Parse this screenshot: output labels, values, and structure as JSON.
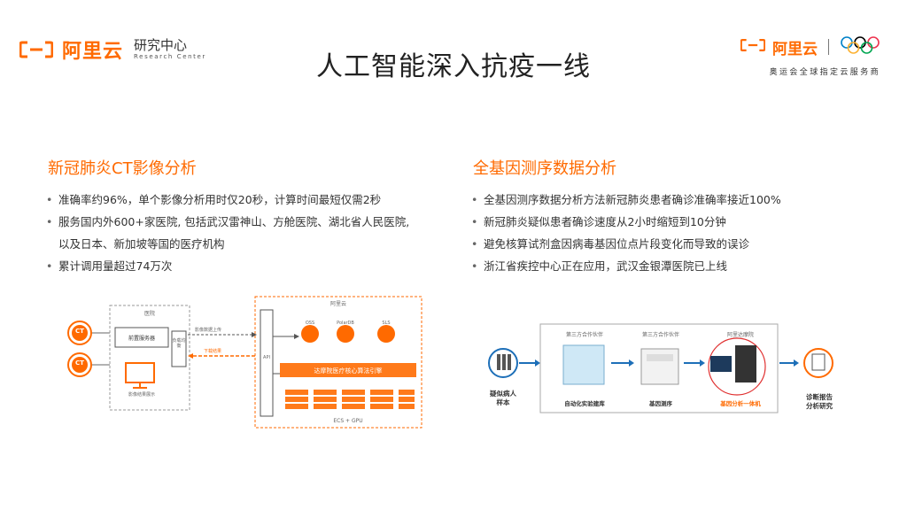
{
  "header": {
    "left_logo_text": "阿里云",
    "left_logo_sub_cn": "研究中心",
    "left_logo_sub_en": "Research Center",
    "title": "人工智能深入抗疫一线",
    "right_logo_text": "阿里云",
    "right_logo_sub": "奥运会全球指定云服务商",
    "icons": [
      "aliyun-logo-icon",
      "olympic-rings-icon"
    ]
  },
  "left_section": {
    "title": "新冠肺炎CT影像分析",
    "bullets": [
      "准确率约96%，单个影像分析用时仅20秒，计算时间最短仅需2秒",
      "服务国内外600+家医院, 包括武汉雷神山、方舱医院、湖北省人民医院,",
      "以及日本、新加坡等国的医疗机构",
      "累计调用量超过74万次"
    ],
    "diagram": {
      "ct1": "CT",
      "ct2": "CT",
      "hospital": "医院",
      "front_service": "前置服务器",
      "gateway": "负载均衡",
      "upload": "影像数据上传",
      "result": "下载结果",
      "monitor_label": "影像结果展示",
      "cloud": "阿里云",
      "api": "API",
      "svc1": "OSS",
      "svc2": "PolarDB",
      "svc3": "SLS",
      "engine": "达摩院医疗核心算法引擎",
      "compute": "ECS + GPU"
    }
  },
  "right_section": {
    "title": "全基因测序数据分析",
    "bullets": [
      "全基因测序数据分析方法新冠肺炎患者确诊准确率接近100%",
      "新冠肺炎疑似患者确诊速度从2小时缩短到10分钟",
      "避免核算试剂盒因病毒基因位点片段变化而导致的误诊",
      "浙江省疾控中心正在应用，武汉金银潭医院已上线"
    ],
    "diagram": {
      "patient": "疑似病人",
      "patient2": "样本",
      "partner1": "第三方合作伙伴",
      "partner2": "第三方合作伙伴",
      "partner3": "阿里达摩院",
      "step1": "自动化实验建库",
      "step2": "基因测序",
      "step3": "基因分析一体机",
      "report1": "诊断报告",
      "report2": "分析研究"
    }
  },
  "colors": {
    "brand": "#ff6a00",
    "text": "#333333",
    "title_text": "#222222"
  }
}
